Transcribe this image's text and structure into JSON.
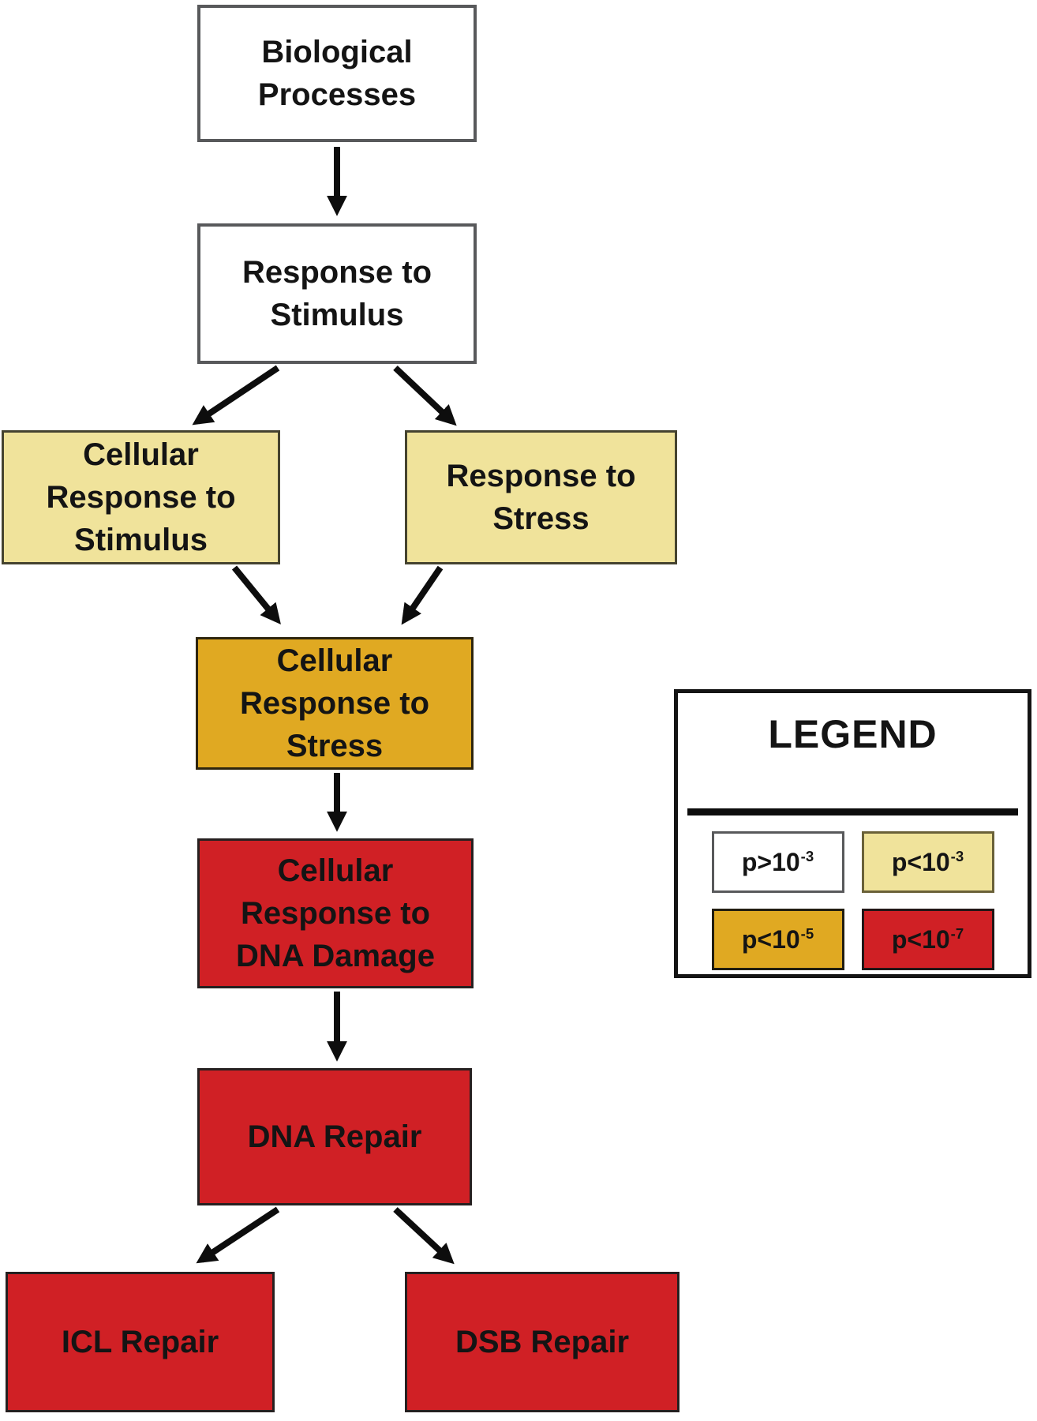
{
  "figure": {
    "background": "#FFFFFF",
    "text_color": "#141414",
    "arrow_color": "#0D0D0D"
  },
  "nodes": [
    {
      "id": "biological-processes",
      "label": "Biological Processes",
      "lines": [
        "Biological",
        "Processes"
      ],
      "fill": "#FFFFFF",
      "significance": "p>10^-3"
    },
    {
      "id": "response-to-stimulus",
      "label": "Response to Stimulus",
      "lines": [
        "Response to",
        "Stimulus"
      ],
      "fill": "#FFFFFF",
      "significance": "p>10^-3"
    },
    {
      "id": "cellular-response-to-stimulus",
      "label": "Cellular Response to Stimulus",
      "lines": [
        "Cellular",
        "Response to",
        "Stimulus"
      ],
      "fill": "#F0E39B",
      "significance": "p<10^-3"
    },
    {
      "id": "response-to-stress",
      "label": "Response to Stress",
      "lines": [
        "Response to",
        "Stress"
      ],
      "fill": "#F0E39B",
      "significance": "p<10^-3"
    },
    {
      "id": "cellular-response-to-stress",
      "label": "Cellular Response to Stress",
      "lines": [
        "Cellular",
        "Response to",
        "Stress"
      ],
      "fill": "#E0A922",
      "significance": "p<10^-5"
    },
    {
      "id": "cellular-response-to-dna-damage",
      "label": "Cellular Response to DNA Damage",
      "lines": [
        "Cellular",
        "Response to",
        "DNA Damage"
      ],
      "fill": "#D02025",
      "significance": "p<10^-7"
    },
    {
      "id": "dna-repair",
      "label": "DNA Repair",
      "lines": [
        "DNA Repair"
      ],
      "fill": "#D02025",
      "significance": "p<10^-7"
    },
    {
      "id": "icl-repair",
      "label": "ICL Repair",
      "lines": [
        "ICL Repair"
      ],
      "fill": "#D02025",
      "significance": "p<10^-7"
    },
    {
      "id": "dsb-repair",
      "label": "DSB Repair",
      "lines": [
        "DSB Repair"
      ],
      "fill": "#D02025",
      "significance": "p<10^-7"
    }
  ],
  "edges": [
    {
      "from": "biological-processes",
      "to": "response-to-stimulus"
    },
    {
      "from": "response-to-stimulus",
      "to": "cellular-response-to-stimulus"
    },
    {
      "from": "response-to-stimulus",
      "to": "response-to-stress"
    },
    {
      "from": "cellular-response-to-stimulus",
      "to": "cellular-response-to-stress"
    },
    {
      "from": "response-to-stress",
      "to": "cellular-response-to-stress"
    },
    {
      "from": "cellular-response-to-stress",
      "to": "cellular-response-to-dna-damage"
    },
    {
      "from": "cellular-response-to-dna-damage",
      "to": "dna-repair"
    },
    {
      "from": "dna-repair",
      "to": "icl-repair"
    },
    {
      "from": "dna-repair",
      "to": "dsb-repair"
    }
  ],
  "legend": {
    "title": "LEGEND",
    "entries": [
      {
        "base": "p>10",
        "exponent": "-3",
        "fill": "#FFFFFF"
      },
      {
        "base": "p<10",
        "exponent": "-3",
        "fill": "#F0E39B"
      },
      {
        "base": "p<10",
        "exponent": "-5",
        "fill": "#E0A922"
      },
      {
        "base": "p<10",
        "exponent": "-7",
        "fill": "#D02025"
      }
    ]
  }
}
